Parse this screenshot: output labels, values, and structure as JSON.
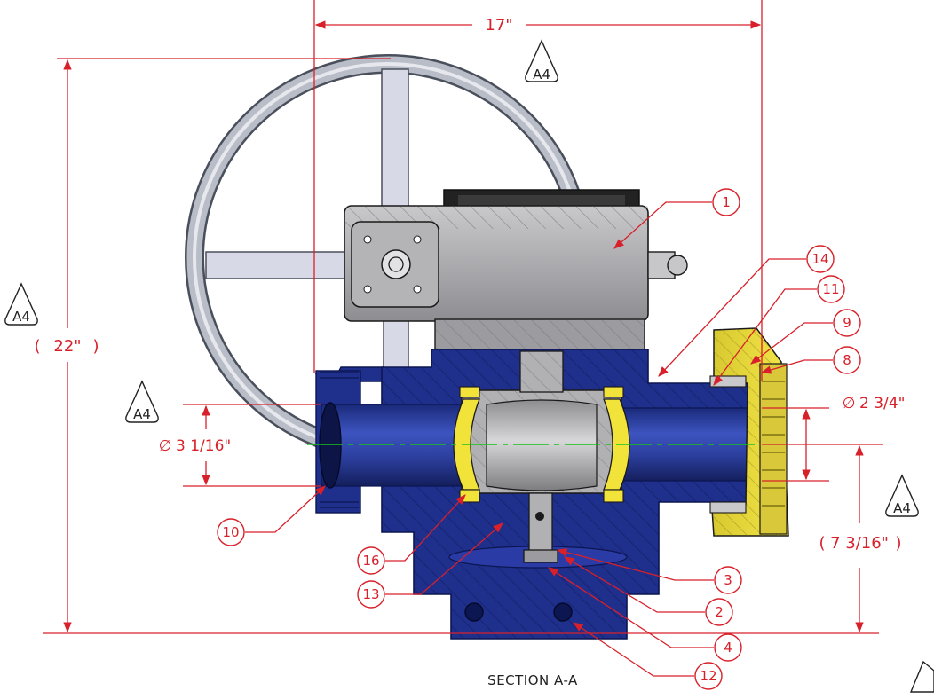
{
  "drawing": {
    "section_label": "SECTION A-A",
    "revision_marker": "A4",
    "colors": {
      "dimension": "#d8202a",
      "body": "#1f2f8c",
      "body_dark": "#16226b",
      "seat": "#f2e33a",
      "gearbox": "#a9a9ab",
      "handwheel": "#b9bdc7",
      "centerline": "#19c419",
      "outline": "#1a1a1a"
    }
  },
  "dimensions": {
    "overall_width": "17\"",
    "overall_height": "22\"",
    "height_paren_open": "(",
    "height_paren_close": ")",
    "inlet_bore": "3 1/16\"",
    "outlet_bore": "2 3/4\"",
    "centerline_height": "7 3/16\"",
    "diameter_symbol": "∅"
  },
  "balloons": [
    {
      "id": "b1",
      "label": "1"
    },
    {
      "id": "b14",
      "label": "14"
    },
    {
      "id": "b11",
      "label": "11"
    },
    {
      "id": "b9",
      "label": "9"
    },
    {
      "id": "b8",
      "label": "8"
    },
    {
      "id": "b10",
      "label": "10"
    },
    {
      "id": "b16",
      "label": "16"
    },
    {
      "id": "b13",
      "label": "13"
    },
    {
      "id": "b3",
      "label": "3"
    },
    {
      "id": "b2",
      "label": "2"
    },
    {
      "id": "b4",
      "label": "4"
    },
    {
      "id": "b12",
      "label": "12"
    }
  ]
}
